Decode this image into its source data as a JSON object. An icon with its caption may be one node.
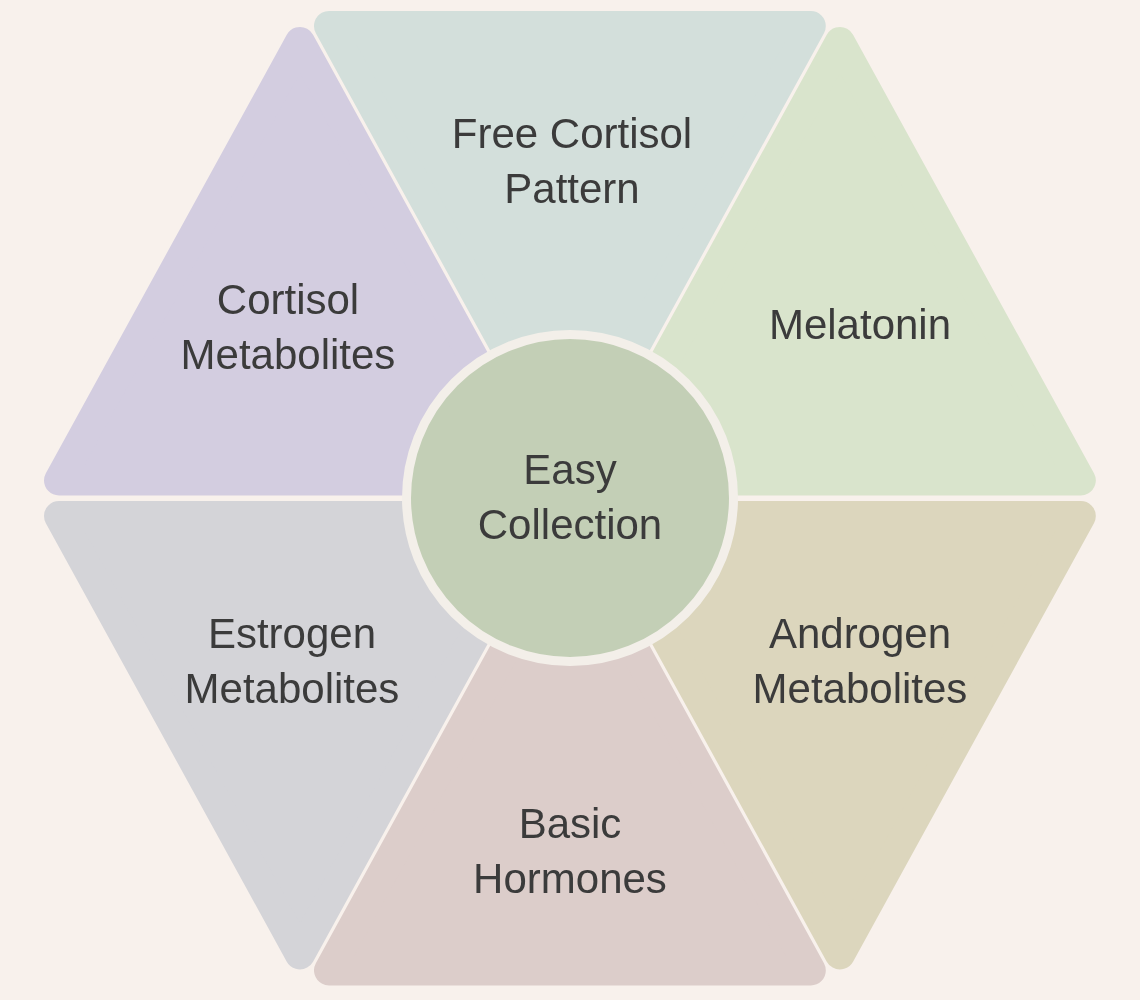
{
  "diagram": {
    "nodes": [
      {
        "text": [
          "Free Cortisol Pattern"
        ]
      },
      {
        "text": [
          "Cortisol Metabolites"
        ]
      },
      {
        "text": [
          "Melatonin"
        ]
      },
      {
        "text": [
          "Easy Collection"
        ]
      },
      {
        "text": [
          "Estrogen Metabolites"
        ]
      },
      {
        "text": [
          "Androgen Metabolites"
        ]
      },
      {
        "text": [
          "Basic Hormones"
        ]
      }
    ]
  }
}
